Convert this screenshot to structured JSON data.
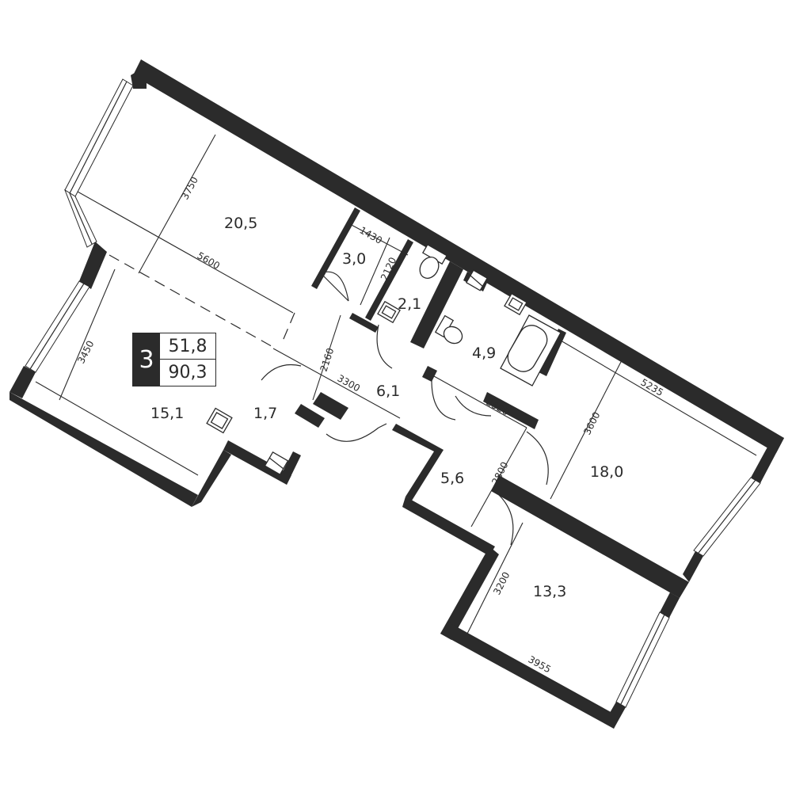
{
  "summary": {
    "rooms": "3",
    "living_area": "51,8",
    "total_area": "90,3"
  },
  "areas": {
    "living_large": "20,5",
    "storage": "3,0",
    "wc": "2,1",
    "bathroom": "4,9",
    "living_left": "15,1",
    "closet": "1,7",
    "hall": "6,1",
    "corridor": "5,6",
    "bedroom_right": "18,0",
    "bedroom_bottom": "13,3"
  },
  "dimensions": {
    "d3750": "3750",
    "d5600": "5600",
    "d1430": "1430",
    "d2120": "2120",
    "d3450": "3450",
    "d2160": "2160",
    "d3300": "3300",
    "d2520": "2520",
    "d5235": "5235",
    "d3600": "3600",
    "d2800": "2800",
    "d3200": "3200",
    "d3955": "3955"
  }
}
